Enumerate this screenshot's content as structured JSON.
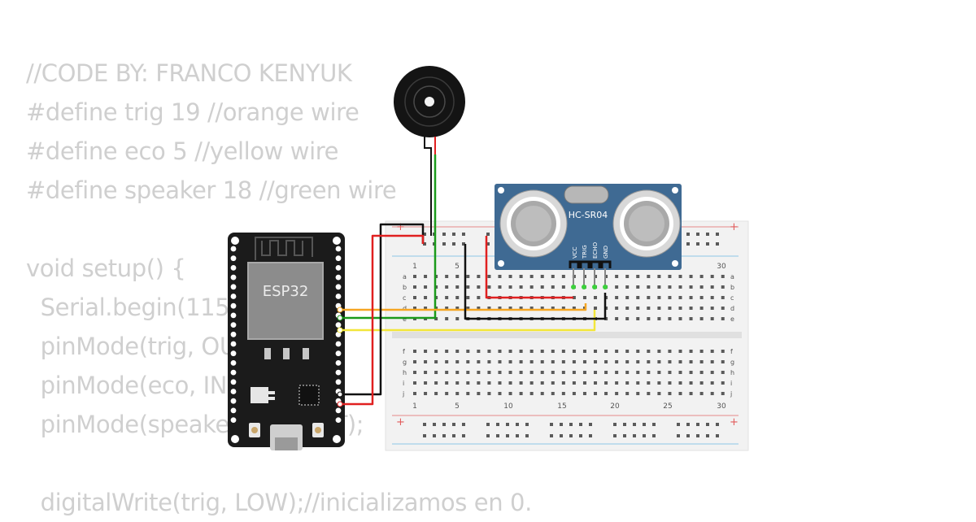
{
  "code_lines": [
    "//CODE BY: FRANCO KENYUK",
    "#define trig 19 //orange wire",
    "#define eco 5 //yellow wire",
    "#define speaker 18 //green wire",
    "",
    "void setup() {",
    "  Serial.begin(115200);",
    "  pinMode(trig, OUTPUT);",
    "  pinMode(eco, INPUT);",
    "  pinMode(speaker, OUTPUT);",
    "",
    "  digitalWrite(trig, LOW);//inicializamos en 0."
  ],
  "esp32": {
    "label": "ESP32"
  },
  "sensor": {
    "label": "HC-SR04",
    "pins": [
      "VCC",
      "TRIG",
      "ECHO",
      "GND"
    ]
  },
  "breadboard": {
    "top_rows": [
      "a",
      "b",
      "c",
      "d",
      "e"
    ],
    "bottom_rows": [
      "f",
      "g",
      "h",
      "i",
      "j"
    ],
    "top_numbers": [
      "1",
      "5",
      "30"
    ],
    "bottom_numbers": [
      "1",
      "5",
      "10",
      "15",
      "20",
      "25",
      "30"
    ],
    "rail_plus": "+"
  },
  "colors": {
    "wire_red": "#e02020",
    "wire_black": "#111111",
    "wire_green": "#1a9a1a",
    "wire_orange": "#f5a623",
    "wire_yellow": "#f2e63a",
    "sensor_blue": "#3f6a93",
    "board_black": "#1b1b1b",
    "chip_gray": "#8c8c8c"
  }
}
